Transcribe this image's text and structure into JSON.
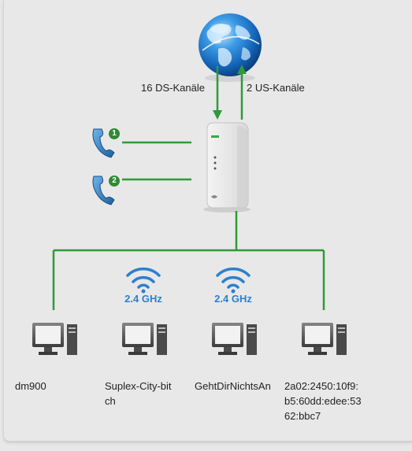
{
  "uplink": {
    "downstream_label": "16 DS-Kanäle",
    "upstream_label": "2 US-Kanäle"
  },
  "phones": [
    {
      "number": "1"
    },
    {
      "number": "2"
    }
  ],
  "wifi": [
    {
      "band": "2.4 GHz"
    },
    {
      "band": "2.4 GHz"
    }
  ],
  "devices": [
    {
      "name": "dm900"
    },
    {
      "name": "Suplex-City-bitch"
    },
    {
      "name": "GehtDirNichtsAn"
    },
    {
      "name": "2a02:2450:10f9:b5:60dd:edee:5362:bbc7"
    }
  ],
  "colors": {
    "line": "#2f9a38",
    "wifi": "#2c7fd0",
    "badge": "#2f8a35"
  }
}
